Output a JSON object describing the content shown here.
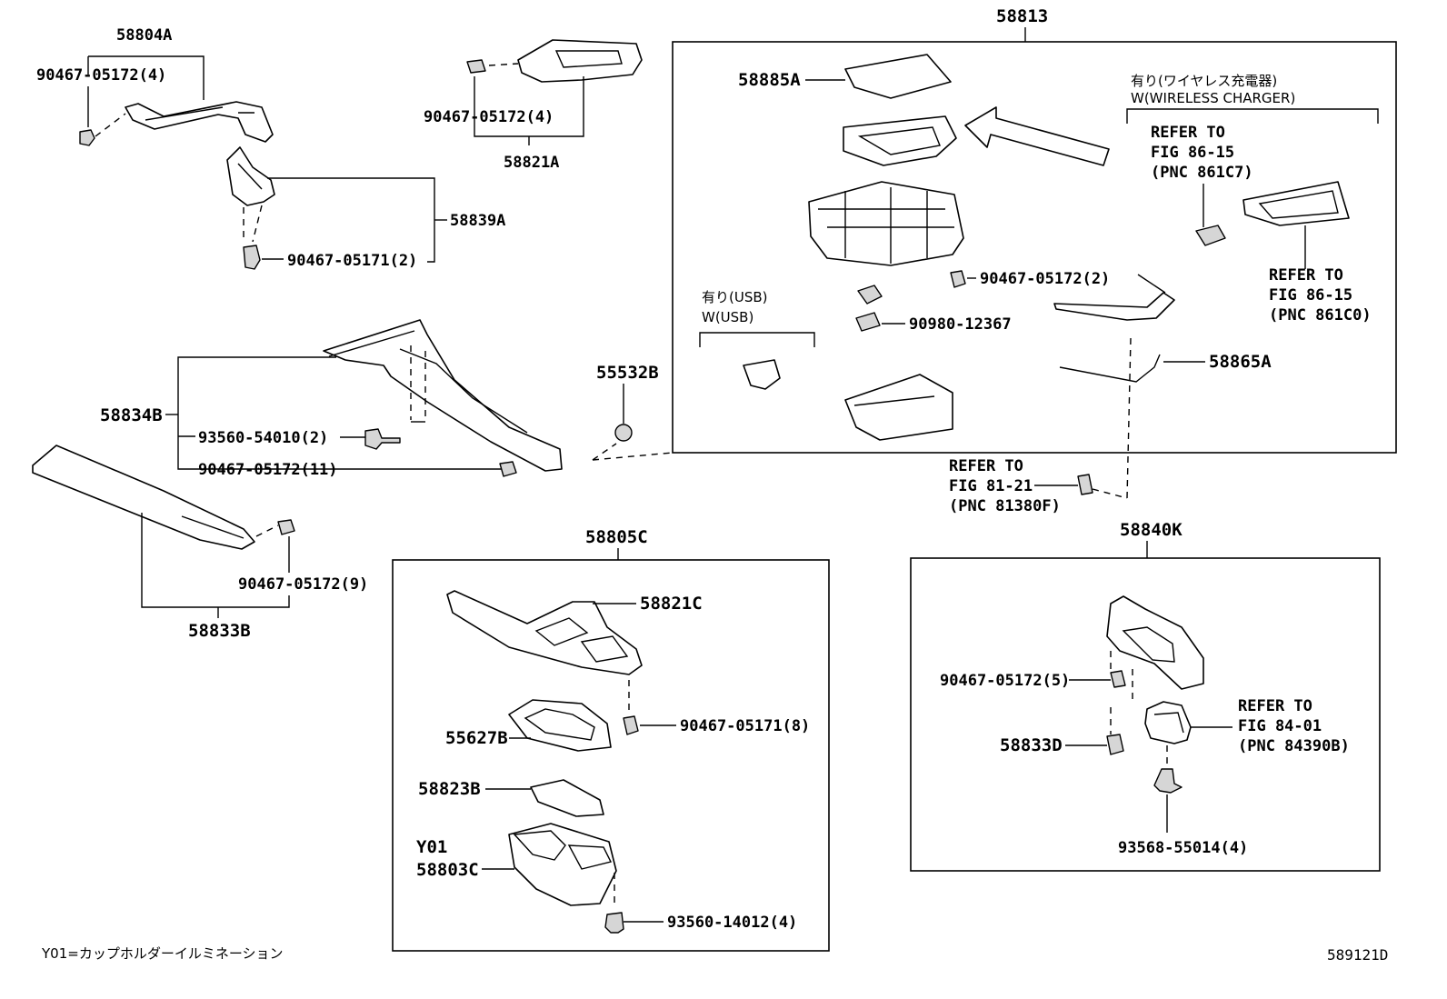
{
  "diagram": {
    "code": "589121D",
    "footnote": "Y01=カップホルダーイルミネーション",
    "parts": {
      "p58804A": "58804A",
      "p90467_05172_4a": "90467-05172(4)",
      "p90467_05172_4b": "90467-05172(4)",
      "p58821A": "58821A",
      "p58839A": "58839A",
      "p90467_05171_2": "90467-05171(2)",
      "p58834B": "58834B",
      "p93560_54010_2": "93560-54010(2)",
      "p90467_05172_11": "90467-05172(11)",
      "p90467_05172_9": "90467-05172(9)",
      "p58833B": "58833B",
      "p55532B": "55532B",
      "p58813": "58813",
      "p58885A": "58885A",
      "p90467_05172_2": "90467-05172(2)",
      "p90980_12367": "90980-12367",
      "p58865A": "58865A",
      "p58805C": "58805C",
      "p58821C": "58821C",
      "p90467_05171_8": "90467-05171(8)",
      "p55627B": "55627B",
      "p58823B": "58823B",
      "pY01": "Y01",
      "p58803C": "58803C",
      "p93560_14012_4": "93560-14012(4)",
      "p58840K": "58840K",
      "p90467_05172_5": "90467-05172(5)",
      "p58833D": "58833D",
      "p93568_55014_4": "93568-55014(4)"
    },
    "usb": {
      "jp": "有り(USB)",
      "en": "W(USB)"
    },
    "wireless": {
      "jp": "有り(ワイヤレス充電器)",
      "en": "W(WIRELESS CHARGER)"
    },
    "refs": {
      "r1": [
        "REFER TO",
        "FIG 86-15",
        "(PNC 861C7)"
      ],
      "r2": [
        "REFER TO",
        "FIG 86-15",
        "(PNC 861C0)"
      ],
      "r3": [
        "REFER TO",
        "FIG 81-21",
        "(PNC 81380F)"
      ],
      "r4": [
        "REFER TO",
        "FIG 84-01",
        "(PNC 84390B)"
      ]
    }
  }
}
